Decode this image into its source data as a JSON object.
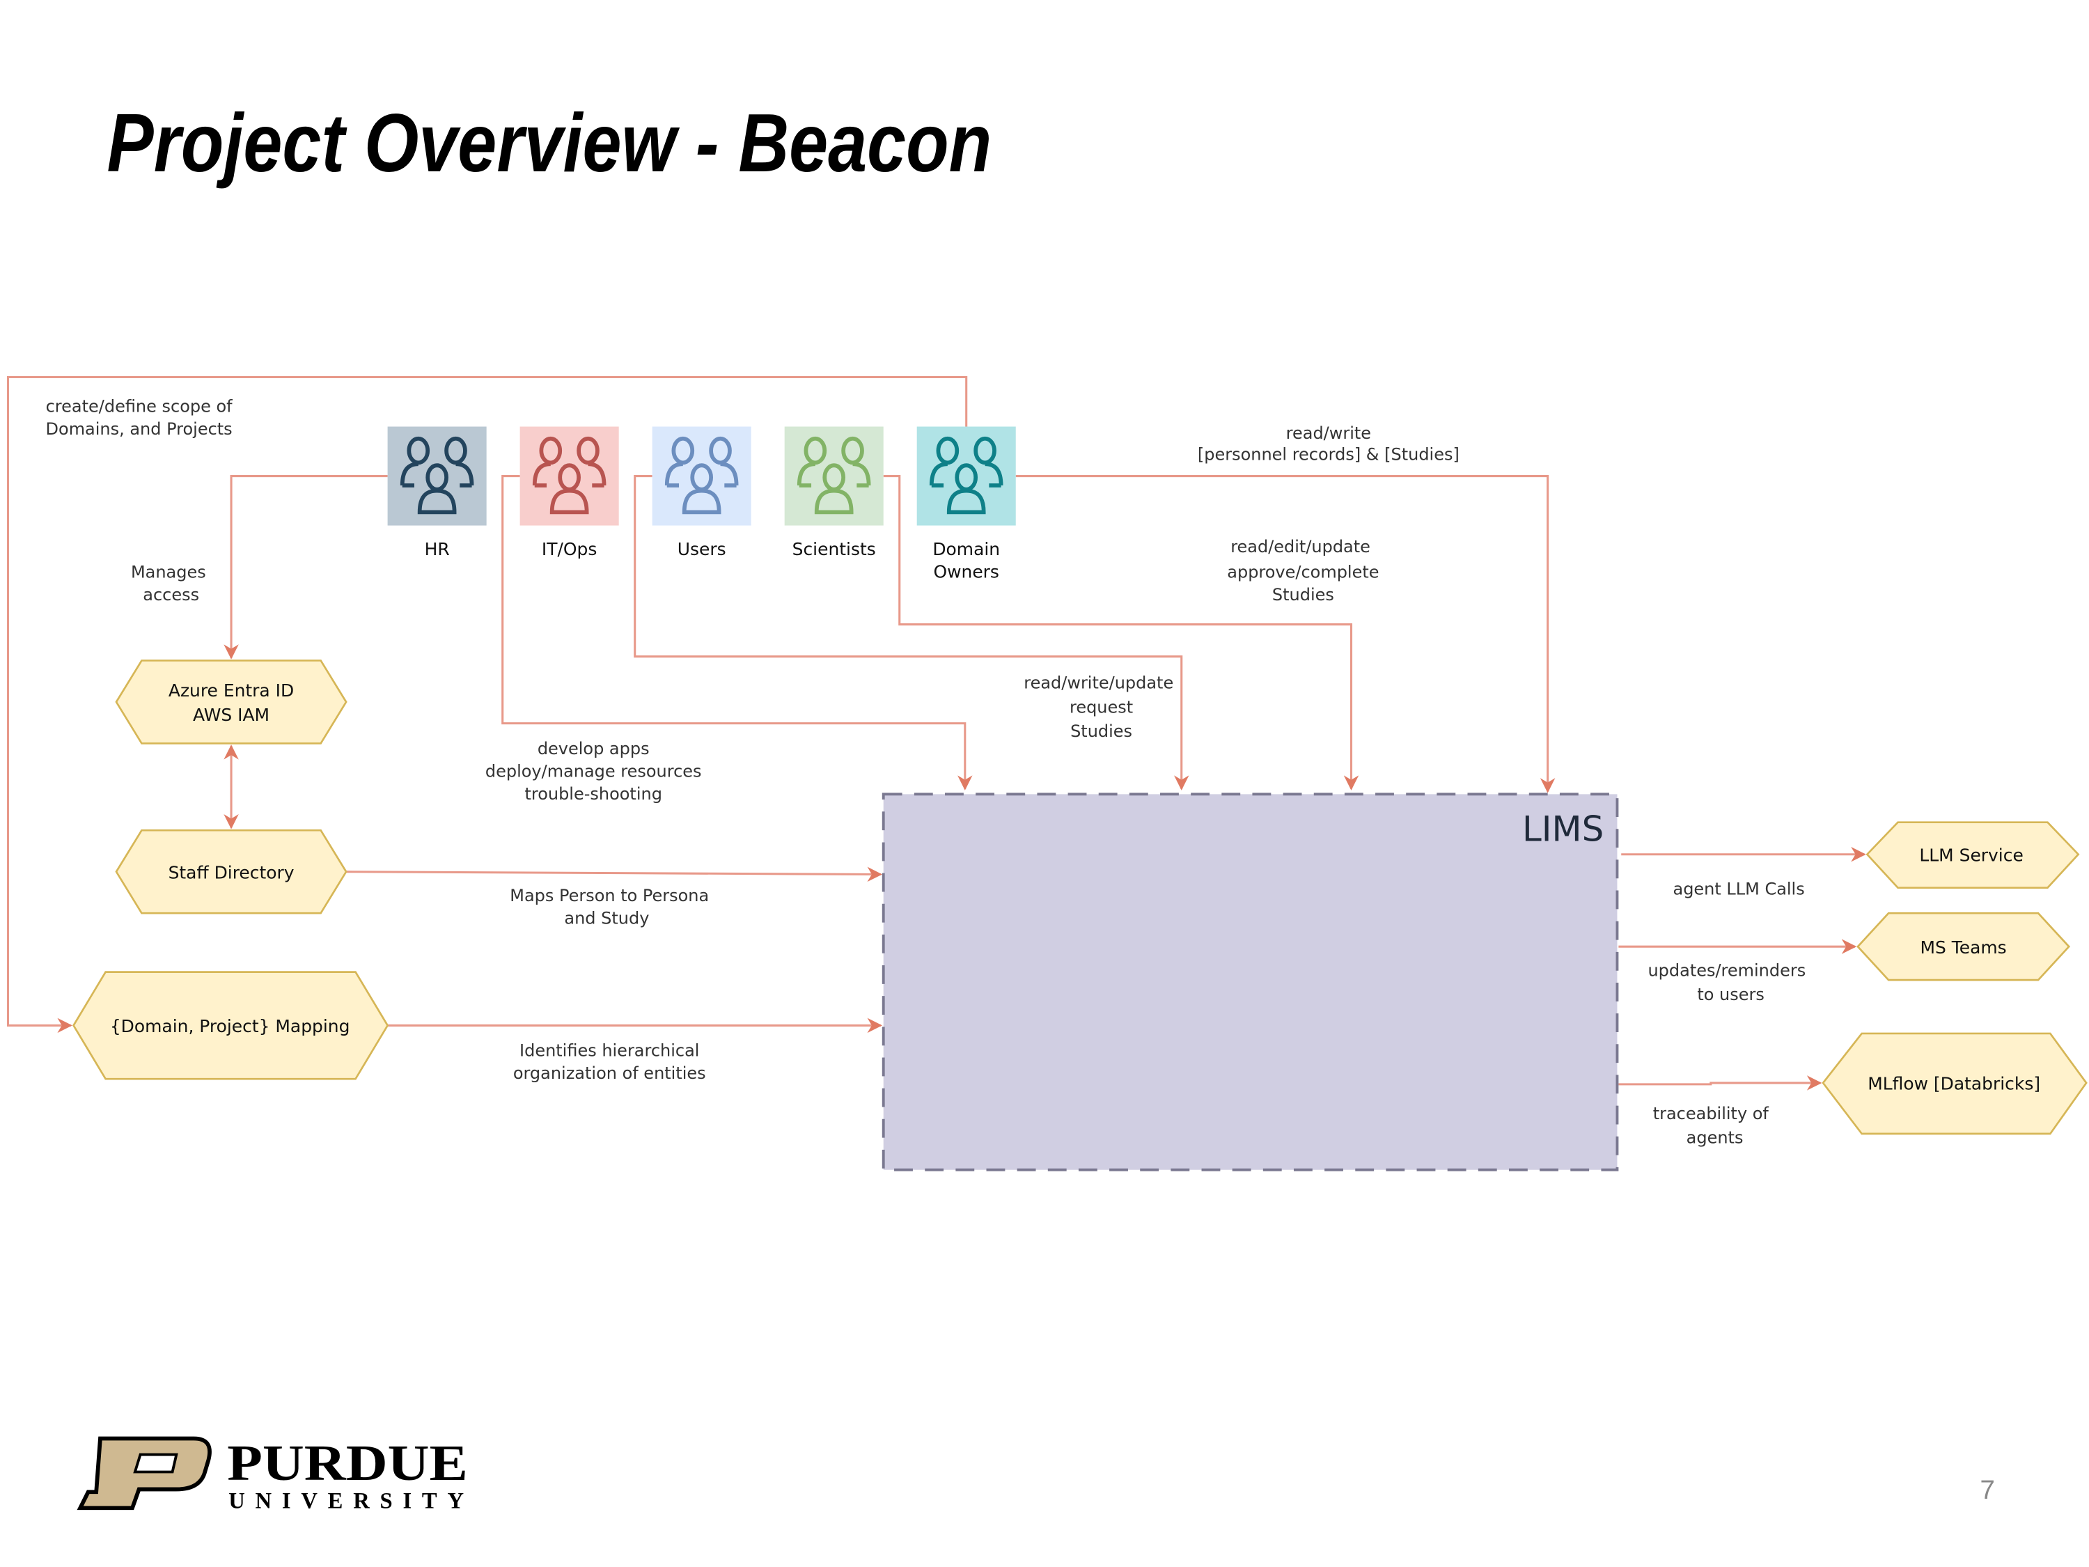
{
  "title": "Project Overview - Beacon",
  "page_number": "7",
  "logo": {
    "name": "PURDUE",
    "sub": "UNIVERSITY"
  },
  "colors": {
    "edge": "#e8998a",
    "arrow": "#e07a62",
    "hex_fill": "#fff2cc",
    "hex_stroke": "#d6b656",
    "lims_fill": "#d0cee2",
    "lims_stroke": "#7a7890"
  },
  "personas": [
    {
      "label": "HR",
      "bg": "#bac8d3",
      "fg": "#23445d"
    },
    {
      "label": "IT/Ops",
      "bg": "#f8cecc",
      "fg": "#b85450"
    },
    {
      "label": "Users",
      "bg": "#dae8fc",
      "fg": "#6c8ebf"
    },
    {
      "label": "Scientists",
      "bg": "#d5e8d4",
      "fg": "#82b366"
    },
    {
      "label_lines": [
        "Domain",
        "Owners"
      ],
      "bg": "#b0e3e6",
      "fg": "#0e8088"
    }
  ],
  "systems": {
    "azure": [
      "Azure Entra ID",
      "AWS IAM"
    ],
    "staff_directory": "Staff Directory",
    "mapping": "{Domain, Project} Mapping",
    "lims": "LIMS",
    "llm_service": "LLM Service",
    "ms_teams": "MS Teams",
    "mlflow": "MLflow [Databricks]"
  },
  "edge_labels": {
    "scope": [
      "create/define scope of",
      "Domains, and Projects"
    ],
    "manages": [
      "Manages",
      "access"
    ],
    "itops": [
      "develop apps",
      "deploy/manage resources",
      "trouble-shooting"
    ],
    "users": [
      "read/write/update",
      "request",
      "Studies"
    ],
    "scientists": [
      "read/edit/update",
      "approve/complete",
      "Studies"
    ],
    "domain_owners": [
      "read/write",
      "[personnel records] & [Studies]"
    ],
    "staff": [
      "Maps Person to Persona",
      "and Study"
    ],
    "mapping": [
      "Identifies hierarchical",
      "organization of entities"
    ],
    "llm": [
      "agent LLM Calls"
    ],
    "teams": [
      "updates/reminders",
      "to users"
    ],
    "mlflow": [
      "traceability of",
      "agents"
    ]
  }
}
